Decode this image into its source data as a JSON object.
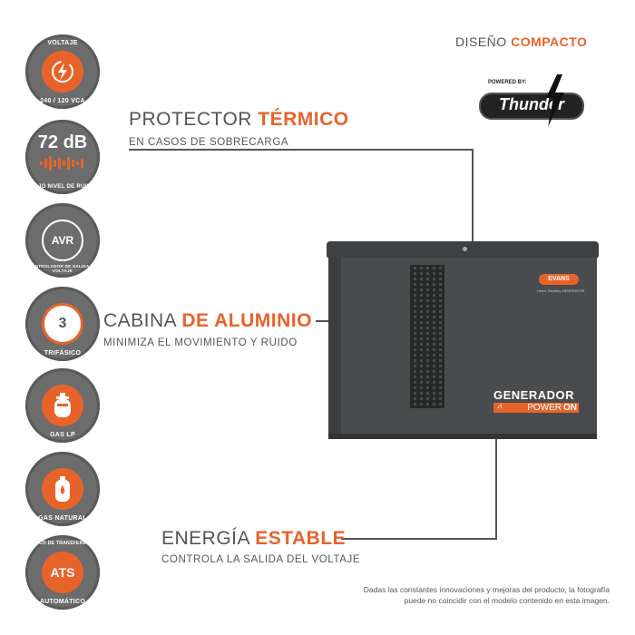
{
  "header": {
    "diseno_prefix": "DISEÑO",
    "diseno_bold": "COMPACTO",
    "powered_by": "POWERED BY:",
    "brand": "Thunder"
  },
  "badges": [
    {
      "top": "VOLTAJE",
      "bottom": "240 / 120 VCA",
      "icon": "lightning-icon"
    },
    {
      "top": "72 dB",
      "bottom": "BAJO NIVEL DE RUIDO",
      "icon": "sound-wave-icon"
    },
    {
      "top": "AVR",
      "bottom": "CONTROLADOR DE SALIDA DE VOLTAJE",
      "icon": "avr-icon"
    },
    {
      "top": "3",
      "bottom": "TRIFÁSICO",
      "icon": "three-phase-icon"
    },
    {
      "top": "",
      "bottom": "GAS LP",
      "icon": "gas-cylinder-icon"
    },
    {
      "top": "",
      "bottom": "GAS NATURAL",
      "icon": "gas-tank-icon"
    },
    {
      "top": "SWITCH DE TRANSFERENCIA",
      "bottom": "AUTOMÁTICO",
      "label": "ATS",
      "icon": "ats-icon"
    }
  ],
  "features": {
    "protector": {
      "light": "PROTECTOR ",
      "bold": "TÉRMICO",
      "sub": "EN CASOS  DE SOBRECARGA"
    },
    "cabina": {
      "light": "CABINA ",
      "bold": "DE ALUMINIO",
      "sub": "MINIMIZA EL MOVIMIENTO Y RUIDO"
    },
    "energia": {
      "light": "ENERGÍA ",
      "bold": "ESTABLE",
      "sub": "CONTROLA LA SALIDA DEL VOLTAJE"
    }
  },
  "product": {
    "logo": "EVANS",
    "logo_sub": "Home Standby GENERATOR",
    "name_line1": "GENERADOR",
    "name_line2_light": "POWER",
    "name_line2_bold": "ON"
  },
  "disclaimer": {
    "line1": "Dadas las constantes innovaciones y mejoras del producto, la fotografía",
    "line2": "puede no coincidir con el modelo contenido en esta imagen."
  },
  "colors": {
    "accent": "#e8632a",
    "badge_gray": "#6c6c6c",
    "text": "#555555",
    "cabinet": "#4a4b4d"
  }
}
